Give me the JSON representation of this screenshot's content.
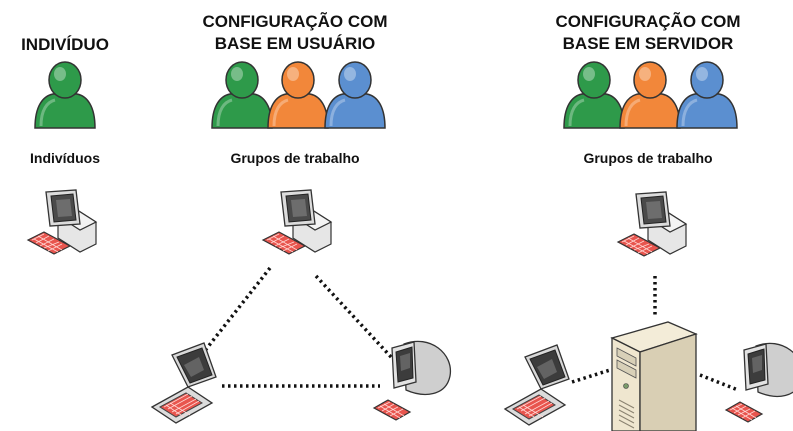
{
  "columns": {
    "individual": {
      "title_line1": "INDIVÍDUO",
      "title_line2": "",
      "label": "Indivíduos"
    },
    "user_based": {
      "title_line1": "CONFIGURAÇÃO COM",
      "title_line2": "BASE EM USUÁRIO",
      "label": "Grupos de trabalho"
    },
    "server_based": {
      "title_line1": "CONFIGURAÇÃO COM",
      "title_line2": "BASE EM SERVIDOR",
      "label": "Grupos de trabalho"
    }
  },
  "colors": {
    "user_green": "#2e9a4a",
    "user_orange": "#f2873a",
    "user_blue": "#5b8fd0",
    "keyboard_red": "#e8554e",
    "connector": "#111111"
  },
  "icons": [
    "user-icon",
    "desktop-computer-icon",
    "laptop-icon",
    "crt-monitor-icon",
    "server-tower-icon"
  ]
}
